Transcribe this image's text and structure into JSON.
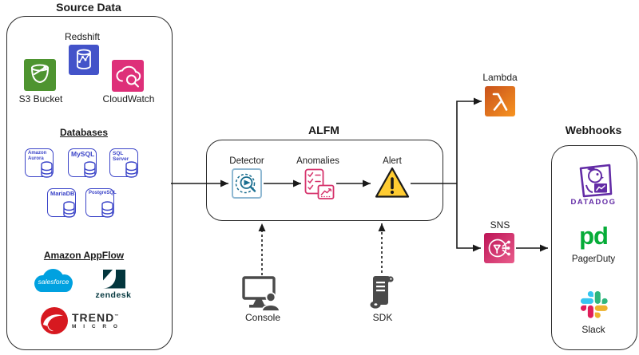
{
  "colors": {
    "line": "#1a1a1a",
    "redshift-blue": "#4353c9",
    "s3-green": "#4e9430",
    "cloudwatch-pink": "#de2f79",
    "db-indigo": "#3b44c8",
    "detector-border": "#8fb8d2",
    "detector-teal": "#1b6e8f",
    "anomalies-pink": "#d6336c",
    "alert-yellow": "#ffcc32",
    "lambda-orange-1": "#c8511b",
    "lambda-orange-2": "#f79421",
    "sns-pink-1": "#bc1356",
    "sns-pink-2": "#e95c8b",
    "salesforce-blue": "#00a1e0",
    "zendesk-dark": "#03363d",
    "trend-red": "#d71920",
    "datadog-purple": "#632ca6",
    "pagerduty-green": "#06ac38",
    "slack-blue": "#36c5f0",
    "slack-green": "#2eb67d",
    "slack-red": "#e01e5a",
    "slack-yellow": "#ecb22e",
    "gray-icon": "#4a4a4a"
  },
  "source_data": {
    "title": "Source Data",
    "redshift_label": "Redshift",
    "s3_label": "S3 Bucket",
    "cloudwatch_label": "CloudWatch",
    "databases": {
      "title": "Databases",
      "items": [
        "Amazon Aurora",
        "MySQL",
        "SQL Server",
        "MariaDB",
        "PostgreSQL"
      ]
    },
    "appflow": {
      "title": "Amazon AppFlow",
      "salesforce": "salesforce",
      "zendesk": "zendesk",
      "trend_line1": "TREND",
      "trend_line2": "M I C R O",
      "trend_tm": "™"
    }
  },
  "alfm": {
    "title": "ALFM",
    "detector_label": "Detector",
    "anomalies_label": "Anomalies",
    "alert_label": "Alert"
  },
  "outputs": {
    "lambda_label": "Lambda",
    "sns_label": "SNS"
  },
  "inputs": {
    "console_label": "Console",
    "sdk_label": "SDK"
  },
  "webhooks": {
    "title": "Webhooks",
    "datadog_label": "DATADOG",
    "pagerduty_mark": "pd",
    "pagerduty_label": "PagerDuty",
    "slack_label": "Slack"
  }
}
